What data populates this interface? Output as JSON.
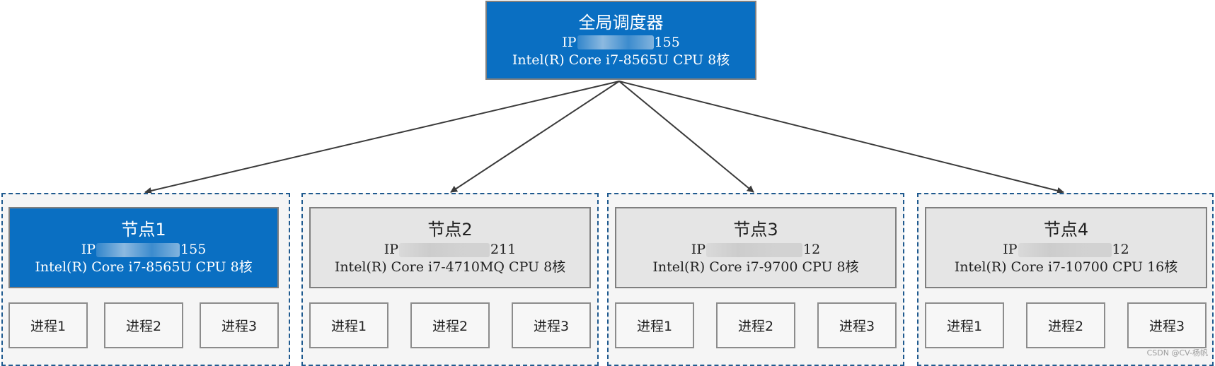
{
  "scheduler": {
    "title": "全局调度器",
    "ip_prefix": "IP",
    "ip_suffix": "155",
    "cpu": "Intel(R) Core i7-8565U CPU 8核"
  },
  "nodes": [
    {
      "title": "节点1",
      "ip_prefix": "IP",
      "ip_suffix": "155",
      "cpu": "Intel(R) Core i7-8565U CPU 8核",
      "active": true,
      "processes": [
        "进程1",
        "进程2",
        "进程3"
      ]
    },
    {
      "title": "节点2",
      "ip_prefix": "IP",
      "ip_suffix": "211",
      "cpu": "Intel(R) Core i7-4710MQ CPU 8核",
      "active": false,
      "processes": [
        "进程1",
        "进程2",
        "进程3"
      ]
    },
    {
      "title": "节点3",
      "ip_prefix": "IP",
      "ip_suffix": "12",
      "cpu": "Intel(R) Core i7-9700 CPU 8核",
      "active": false,
      "processes": [
        "进程1",
        "进程2",
        "进程3"
      ]
    },
    {
      "title": "节点4",
      "ip_prefix": "IP",
      "ip_suffix": "12",
      "cpu": "Intel(R) Core i7-10700 CPU 16核",
      "active": false,
      "processes": [
        "进程1",
        "进程2",
        "进程3"
      ]
    }
  ],
  "watermark": "CSDN @CV-杨帆",
  "colors": {
    "active": "#0a6fc2",
    "inactive": "#e5e5e5",
    "group_border": "#1f5a8f",
    "arrow": "#3a3a3a"
  }
}
